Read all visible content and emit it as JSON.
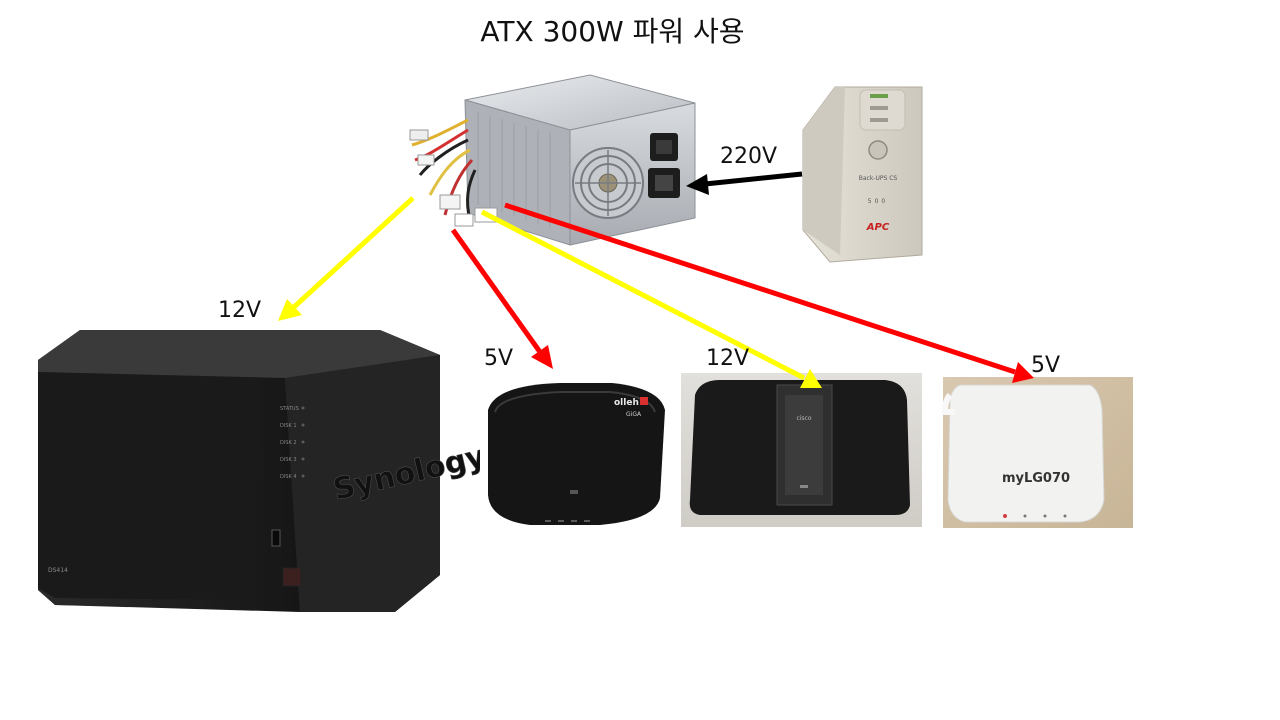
{
  "title": "ATX 300W 파워 사용",
  "voltage_labels": {
    "ups_to_psu": "220V",
    "nas": "12V",
    "modem": "5V",
    "router": "12V",
    "gateway": "5V"
  },
  "devices": {
    "nas": {
      "brand": "Synology",
      "model": "DS414",
      "leds": [
        "STATUS",
        "DISK 1",
        "DISK 2",
        "DISK 3",
        "DISK 4"
      ]
    },
    "modem": {
      "brand": "olleh",
      "sub": "GiGA"
    },
    "router": {
      "brand": "cisco"
    },
    "gateway": {
      "brand": "myLG070"
    },
    "ups": {
      "brand": "APC",
      "model": "Back-UPS CS",
      "capacity": "500"
    }
  },
  "colors": {
    "yellow_arrow": "#ffff00",
    "red_arrow": "#ff0000",
    "black_arrow": "#000000"
  }
}
